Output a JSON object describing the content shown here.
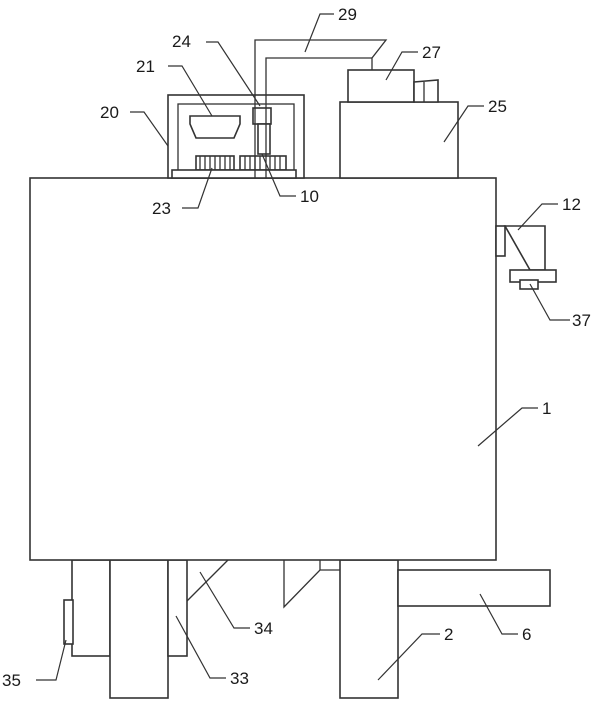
{
  "labels": {
    "l1": "1",
    "l2": "2",
    "l6": "6",
    "l10": "10",
    "l12": "12",
    "l20": "20",
    "l21": "21",
    "l23": "23",
    "l24": "24",
    "l25": "25",
    "l27": "27",
    "l29": "29",
    "l33": "33",
    "l34": "34",
    "l35": "35",
    "l37": "37"
  },
  "colors": {
    "stroke": "#333333",
    "background": "#ffffff"
  }
}
